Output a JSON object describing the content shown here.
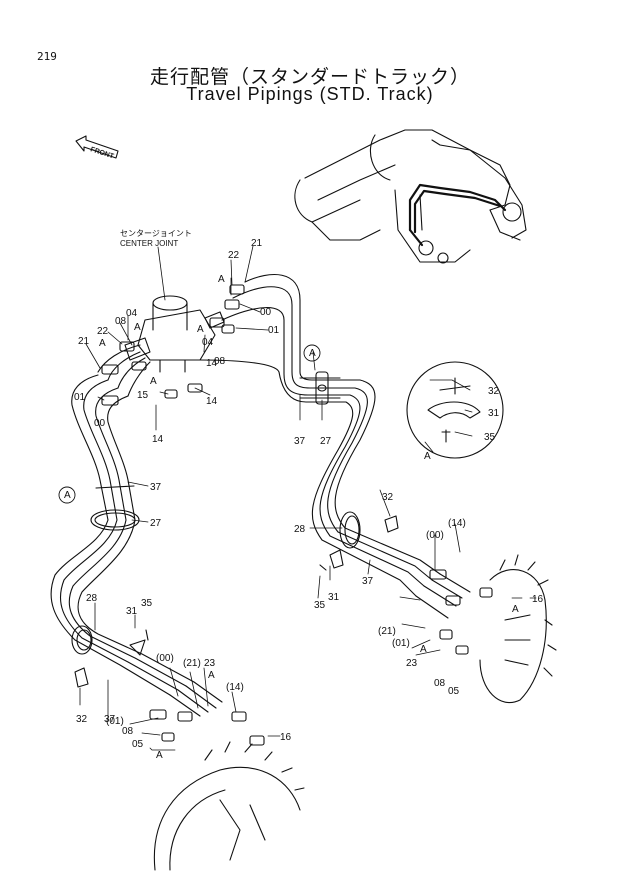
{
  "page_number": "219",
  "title_jp": "走行配管（スタンダードトラック）",
  "title_en": "Travel Pipings (STD. Track)",
  "front_label": "FRONT",
  "center_joint": {
    "jp": "センタージョイント",
    "en": "CENTER JOINT"
  },
  "callouts": {
    "c21a": "21",
    "c22a": "22",
    "c22a_A": "A",
    "c00a": "00",
    "c01a": "01",
    "c08a": "08",
    "c04a": "04",
    "c04a_A": "A",
    "c22b": "22",
    "c22b_A": "A",
    "c04b": "04",
    "c08b": "08",
    "c21b": "21",
    "c01b": "01",
    "c00b": "00",
    "c15": "15",
    "c15_A": "A",
    "c14a": "14",
    "c14b": "14",
    "c14c": "14",
    "c37a": "37",
    "c27a": "27",
    "c37b": "37",
    "c27b": "27",
    "cA_left": "A",
    "cA_mid": "A",
    "c32a": "32",
    "c31a": "31",
    "c35a": "35",
    "cA_detail": "A",
    "c32b": "32",
    "c28a": "28",
    "c00c": "(00)",
    "c14d": "(14)",
    "c16a": "16",
    "c16a_A": "A",
    "c37c": "37",
    "c35b": "35",
    "c31b": "31",
    "c21c": "(21)",
    "c01c": "(01)",
    "c23a": "23",
    "c08c": "08",
    "c05a": "05",
    "c23a_A": "A",
    "c05a_A": "A",
    "c28b": "28",
    "c31c": "31",
    "c35c": "35",
    "c00d": "(00)",
    "c21d": "(21)",
    "c23b": "23",
    "c32c": "32",
    "c37d": "37",
    "c14e": "(14)",
    "c01d": "(01)",
    "c08d": "08",
    "c05b": "05",
    "c16b": "16",
    "c05b_A": "A",
    "c23b_A": "A"
  }
}
